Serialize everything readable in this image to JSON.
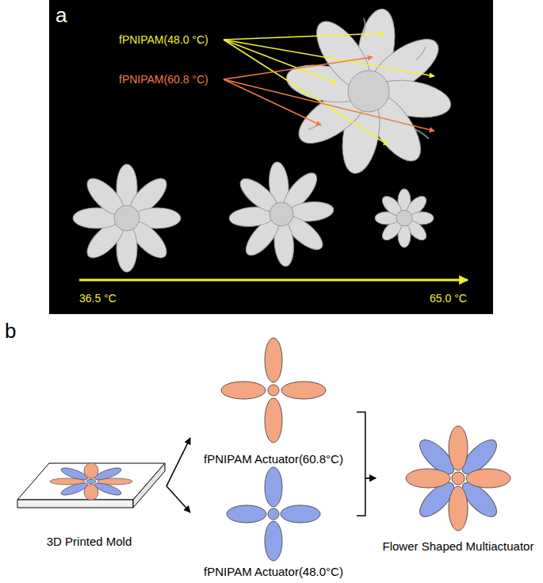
{
  "diagram": {
    "nodes": [
      {
        "text": [
          "3D Printed Mold"
        ]
      },
      {
        "text": [
          "fPNIPAM Actuator(60.8°C)"
        ]
      },
      {
        "text": [
          "fPNIPAM Actuator(48.0°C)"
        ]
      },
      {
        "text": [
          "Flower Shaped Multiactuator"
        ]
      }
    ],
    "edges": [
      {
        "from": 0,
        "to": 1,
        "arrow": "to"
      },
      {
        "from": 0,
        "to": 2,
        "arrow": "to"
      },
      {
        "from": 1,
        "to": 3,
        "arrow": "to"
      },
      {
        "from": 2,
        "to": 3,
        "arrow": "to"
      }
    ],
    "labels": [
      "a",
      "fPNIPAM(48.0 °C)",
      "fPNIPAM(60.8 °C)",
      "36.5 °C",
      "65.0 °C",
      "b"
    ]
  }
}
